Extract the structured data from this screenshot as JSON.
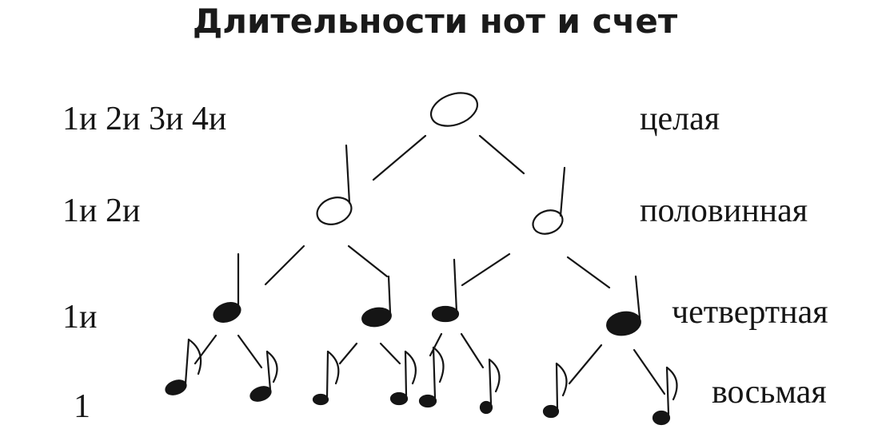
{
  "title": "Длительности нот и счет",
  "levels": [
    {
      "count": "1и 2и 3и 4и",
      "name": "целая"
    },
    {
      "count": "1и 2и",
      "name": "половинная"
    },
    {
      "count": "1и",
      "name": "четвертная"
    },
    {
      "count": "1",
      "name": "восьмая"
    }
  ],
  "colors": {
    "ink": "#151515",
    "background": "#ffffff"
  }
}
